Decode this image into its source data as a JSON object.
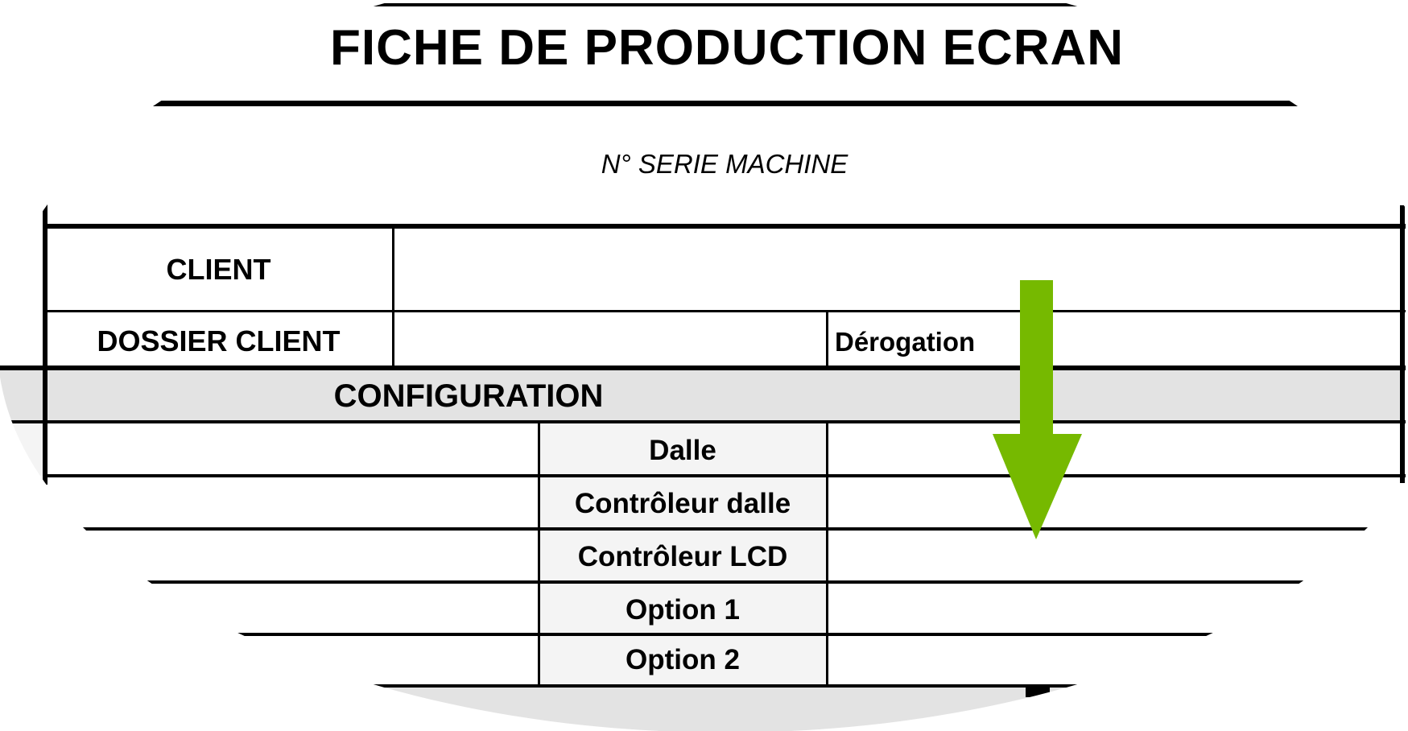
{
  "header": {
    "title": "FICHE DE PRODUCTION ECRAN",
    "serial_label": "N° SERIE MACHINE"
  },
  "client_section": {
    "client_label": "CLIENT",
    "dossier_label": "DOSSIER CLIENT",
    "derogation_label": "Dérogation"
  },
  "configuration": {
    "title": "CONFIGURATION",
    "rows": [
      {
        "label": "Dalle"
      },
      {
        "label": "Contrôleur dalle"
      },
      {
        "label": "Contrôleur LCD"
      },
      {
        "label": "Option 1"
      },
      {
        "label": "Option 2"
      }
    ]
  },
  "colors": {
    "arrow": "#76b900",
    "band": "#e3e3e3",
    "label_cell": "#f4f4f4"
  }
}
